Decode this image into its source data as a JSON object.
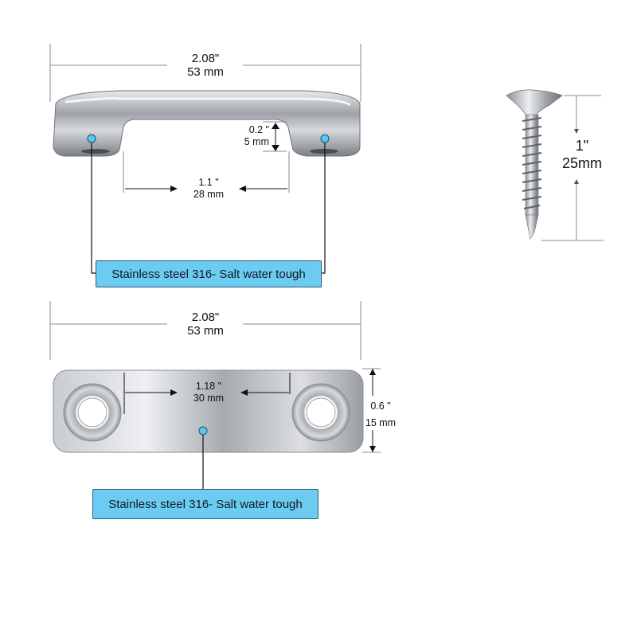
{
  "top_view": {
    "overall_width": {
      "inch": "2.08\"",
      "mm": "53 mm"
    },
    "clearance_height": {
      "inch": "0.2 \"",
      "mm": "5 mm"
    },
    "inner_span": {
      "inch": "1.1 \"",
      "mm": "28 mm"
    },
    "callout": "Stainless steel 316- Salt water tough"
  },
  "screw": {
    "length": {
      "inch": "1\"",
      "mm": "25mm"
    }
  },
  "bottom_view": {
    "overall_width": {
      "inch": "2.08\"",
      "mm": "53 mm"
    },
    "hole_spacing": {
      "inch": "1.18 \"",
      "mm": "30 mm"
    },
    "height": {
      "inch": "0.6 \"",
      "mm": "15 mm"
    },
    "callout": "Stainless steel 316- Salt water tough"
  },
  "colors": {
    "callout_fill": "#6ccbf1",
    "marker_dot": "#5bc6ee",
    "dimension_line": "#8a8a8a",
    "metal": "#b9bcc0"
  }
}
